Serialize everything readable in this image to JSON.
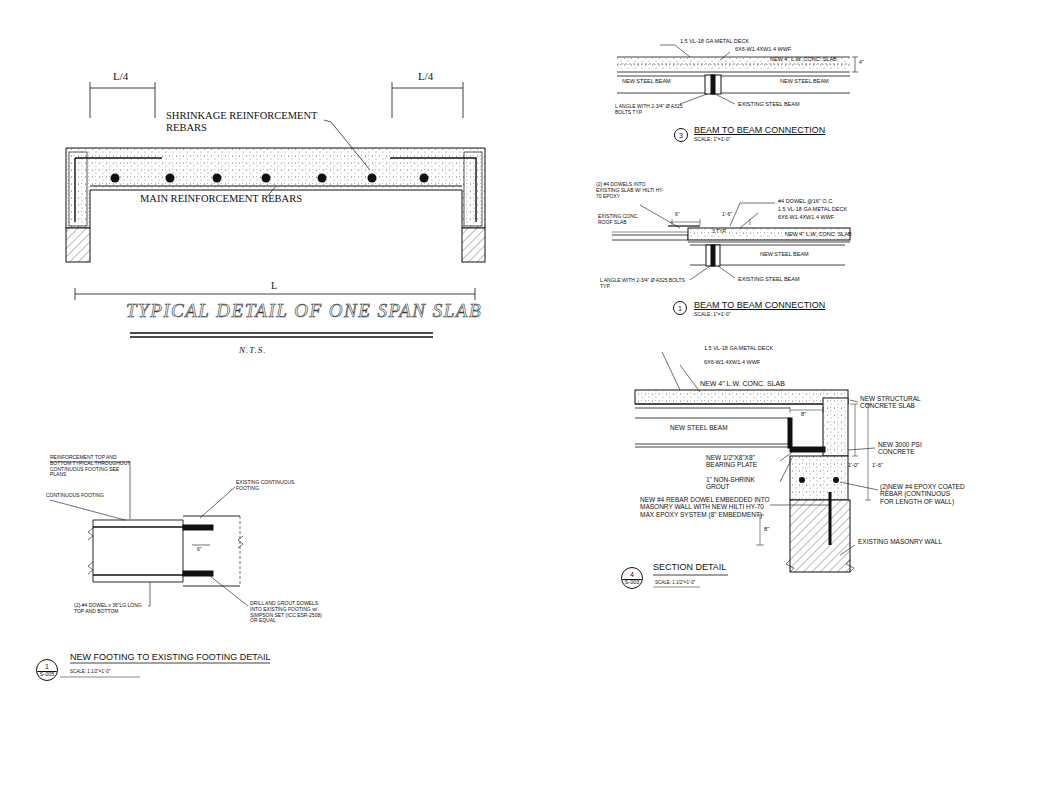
{
  "diagram": {
    "nodes": [
      {
        "text": [
          "3"
        ]
      },
      {
        "text": [
          "1"
        ]
      },
      {
        "text": [
          "4",
          "S-003"
        ]
      },
      {
        "text": [
          "1",
          "S-005"
        ]
      }
    ],
    "labels": [
      "L/4",
      "L/4",
      "SHRINKAGE REINFORCEMENT REBARS",
      "MAIN REINFORCEMENT REBARS",
      "L",
      "TYPICAL DETAIL OF ONE SPAN SLAB",
      "N.T.S.",
      "1.5 VL-18 GA METAL DECK",
      "6X6-W1.4XW1.4 WWF",
      "NEW 4\" L.W. CONC. SLAB",
      "4\"",
      "NEW STEEL BEAM",
      "NEW STEEL BEAM",
      "L ANGLE WITH 2-3/4\" Ø A325 BOLTS TYP.",
      "EXISTING STEEL BEAM",
      "BEAM TO BEAM CONNECTION",
      "SCALE: 1\"=1'-0\"",
      "(2) #4 DOWELS INTO EXISTING SLAB W/ HILTI HY-70 EPOXY",
      "EXISTING CONC. ROOF SLAB",
      "6\"",
      "1'-6\"",
      "#4 DOWEL @16\" O.C.",
      "1.5 VL-18 GA METAL DECK",
      "6X6-W1.4XW1.4 WWF",
      "3 TYP.",
      "NEW 4\" L.W. CONC. SLAB",
      "NEW STEEL BEAM",
      "EXISTING STEEL BEAM",
      "L ANGLE WITH 2-3/4\" Ø A325 BOLTS TYP.",
      "BEAM TO BEAM CONNECTION",
      "SCALE: 1\"=1'-0\"",
      "1.5 VL-18 GA METAL DECK",
      "6X6-W1.4XW1.4 WWF",
      "NEW 4\" L.W. CONC. SLAB",
      "NEW STRUCTURAL CONCRETE SLAB",
      "8\"",
      "NEW STEEL BEAM",
      "NEW 3000 PSI CONCRETE",
      "NEW 1/2\"X8\"X8\" BEARING PLATE",
      "1\" NON-SHRINK GROUT",
      "1'-0\"",
      "1'-6\"",
      "(2)NEW #4 EPOXY COATED REBAR (CONTINUOUS FOR LENGTH OF WALL)",
      "NEW #4 REBAR DOWEL EMBEDDED INTO MASONRY WALL WITH NEW HILTI HY-70 MAX EPOXY SYSTEM (8\" EMBEDMENT)",
      "8\"",
      "EXISTING MASONRY WALL",
      "SECTION DETAIL",
      "SCALE: 1 1/2\"=1'-0\"",
      "REINFORCEMENT TOP AND BOTTOM TYPICAL THROUGHOUT CONTINUOUS FOOTING SEE PLANS",
      "CONTINUOUS FOOTING",
      "EXISTING CONTINUOUS FOOTING",
      "6\"",
      "(2)-#4 DOWEL x 36\"LG LONG TOP AND BOTTOM",
      "DRILL AND GROUT DOWELS INTO EXISTING FOOTING w/ SIMPSON SET (ICC ESR-2508) OR EQUAL",
      "NEW FOOTING TO EXISTING FOOTING DETAIL",
      "SCALE: 1 1/2\"=1'-0\""
    ]
  }
}
